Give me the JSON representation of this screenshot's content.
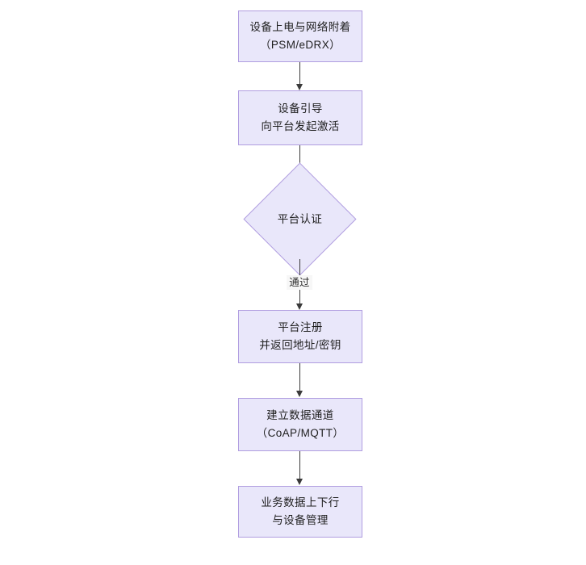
{
  "diagram": {
    "type": "flowchart",
    "orientation": "top-to-bottom",
    "background_color": "#ffffff",
    "node_fill_color": "#e9e7fa",
    "node_border_color": "#b09de0",
    "connector_color": "#3a3a3a",
    "text_color": "#1f1f1f",
    "nodes": [
      {
        "id": "n1",
        "shape": "rectangle",
        "lines": [
          "设备上电与网络附着",
          "（PSM/eDRX）"
        ]
      },
      {
        "id": "n2",
        "shape": "rectangle",
        "lines": [
          "设备引导",
          "向平台发起激活"
        ]
      },
      {
        "id": "n3",
        "shape": "diamond",
        "lines": [
          "平台认证"
        ]
      },
      {
        "id": "n4",
        "shape": "rectangle",
        "lines": [
          "平台注册",
          "并返回地址/密钥"
        ]
      },
      {
        "id": "n5",
        "shape": "rectangle",
        "lines": [
          "建立数据通道",
          "（CoAP/MQTT）"
        ]
      },
      {
        "id": "n6",
        "shape": "rectangle",
        "lines": [
          "业务数据上下行",
          "与设备管理"
        ]
      }
    ],
    "edges": [
      {
        "id": "e1",
        "from": "n1",
        "to": "n2",
        "label": ""
      },
      {
        "id": "e2",
        "from": "n2",
        "to": "n3",
        "label": ""
      },
      {
        "id": "e3",
        "from": "n3",
        "to": "n4",
        "label": "通过"
      },
      {
        "id": "e4",
        "from": "n4",
        "to": "n5",
        "label": ""
      },
      {
        "id": "e5",
        "from": "n5",
        "to": "n6",
        "label": ""
      }
    ]
  }
}
